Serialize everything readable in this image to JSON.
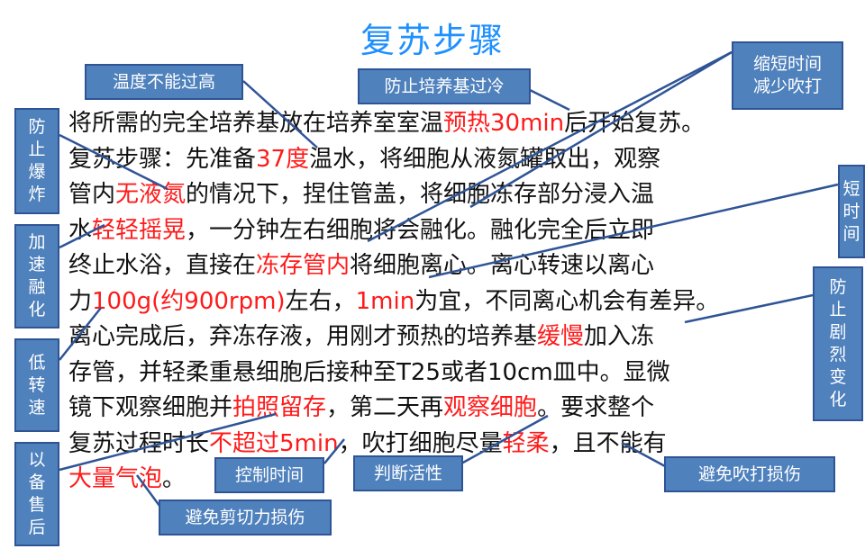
{
  "title": "复苏步骤",
  "paragraph_lines": [
    [
      {
        "t": "将所需的完全培养基放在培养室室温"
      },
      {
        "t": "预热30min",
        "hl": true
      },
      {
        "t": "后开始复苏。"
      }
    ],
    [
      {
        "t": "复苏步骤：先准备"
      },
      {
        "t": "37度",
        "hl": true
      },
      {
        "t": "温水，将细胞从液氮罐取出，观察"
      }
    ],
    [
      {
        "t": "管内"
      },
      {
        "t": "无液氮",
        "hl": true
      },
      {
        "t": "的情况下，捏住管盖，将细胞冻存部分浸入温"
      }
    ],
    [
      {
        "t": "水"
      },
      {
        "t": "轻轻摇晃",
        "hl": true
      },
      {
        "t": "，一分钟左右细胞将会融化。融化完全后立即"
      }
    ],
    [
      {
        "t": "终止水浴，直接在"
      },
      {
        "t": "冻存管内",
        "hl": true
      },
      {
        "t": "将细胞离心。离心转速以离心"
      }
    ],
    [
      {
        "t": "力"
      },
      {
        "t": "100g(约900rpm)",
        "hl": true
      },
      {
        "t": "左右，"
      },
      {
        "t": "1min",
        "hl": true
      },
      {
        "t": "为宜，不同离心机会有差异。"
      }
    ],
    [
      {
        "t": "离心完成后，弃冻存液，用刚才预热的培养基"
      },
      {
        "t": "缓慢",
        "hl": true
      },
      {
        "t": "加入冻"
      }
    ],
    [
      {
        "t": "存管，并轻柔重悬细胞后接种至T25或者10cm皿中。显微"
      }
    ],
    [
      {
        "t": "镜下观察细胞并"
      },
      {
        "t": "拍照留存",
        "hl": true
      },
      {
        "t": "，第二天再"
      },
      {
        "t": "观察细胞",
        "hl": true
      },
      {
        "t": "。要求整个"
      }
    ],
    [
      {
        "t": "复苏过程时长"
      },
      {
        "t": "不超过5min",
        "hl": true
      },
      {
        "t": "，吹打细胞尽量"
      },
      {
        "t": "轻柔",
        "hl": true
      },
      {
        "t": "，且不能有"
      }
    ],
    [
      {
        "t": "大量气泡",
        "hl": true
      },
      {
        "t": "。"
      }
    ]
  ],
  "notes": {
    "temp_too_high": "温度不能过高",
    "prevent_medium_cold": "防止培养基过冷",
    "shorten_pipetting": [
      "缩短时间",
      "减少吹打"
    ],
    "prevent_explosion": [
      "防",
      "止",
      "爆",
      "炸"
    ],
    "accelerate_melting": [
      "加",
      "速",
      "融",
      "化"
    ],
    "low_speed": [
      "低",
      "转",
      "速"
    ],
    "for_after_sales": [
      "以",
      "备",
      "售",
      "后"
    ],
    "short_time": [
      "短",
      "时",
      "间"
    ],
    "prevent_drastic_change": [
      "防",
      "止",
      "剧",
      "烈",
      "变",
      "化"
    ],
    "control_time": "控制时间",
    "judge_viability": "判断活性",
    "avoid_pipetting_damage": "避免吹打损伤",
    "avoid_shear_damage": "避免剪切力损伤"
  },
  "colors": {
    "title": "#1e90ff",
    "highlight": "#ff1a1a",
    "note_fill": "#4f81bd",
    "note_border": "#2f5496",
    "connector": "#2f5496"
  }
}
